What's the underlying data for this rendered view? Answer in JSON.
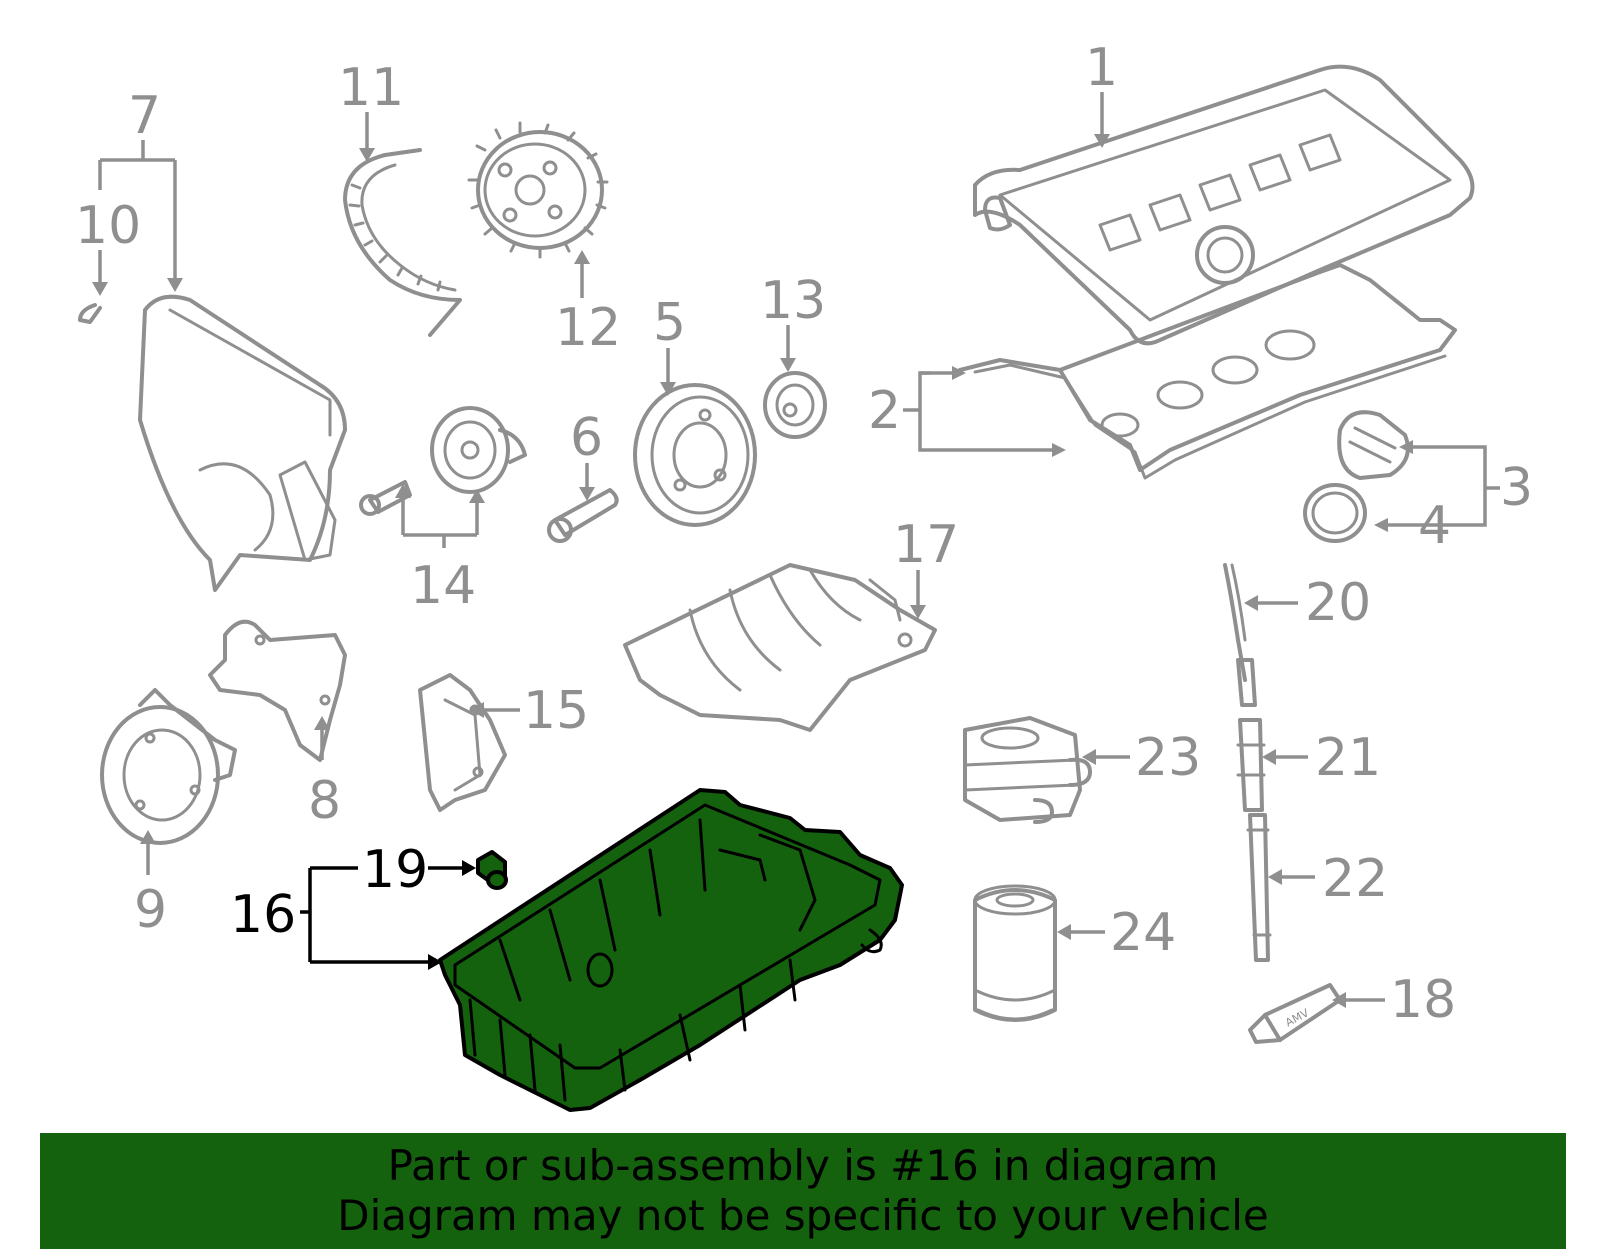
{
  "highlight_color": "#14610e",
  "part_color": "#8f8f8f",
  "callouts": {
    "c1": "1",
    "c2": "2",
    "c3": "3",
    "c4": "4",
    "c5": "5",
    "c6": "6",
    "c7": "7",
    "c8": "8",
    "c9": "9",
    "c10": "10",
    "c11": "11",
    "c12": "12",
    "c13": "13",
    "c14": "14",
    "c15": "15",
    "c16": "16",
    "c17": "17",
    "c18": "18",
    "c19": "19",
    "c20": "20",
    "c21": "21",
    "c22": "22",
    "c23": "23",
    "c24": "24"
  },
  "tube_label": "AMV",
  "banner": {
    "line1": "Part or sub-assembly is #16 in diagram",
    "line2": "Diagram may not be specific to your vehicle"
  }
}
